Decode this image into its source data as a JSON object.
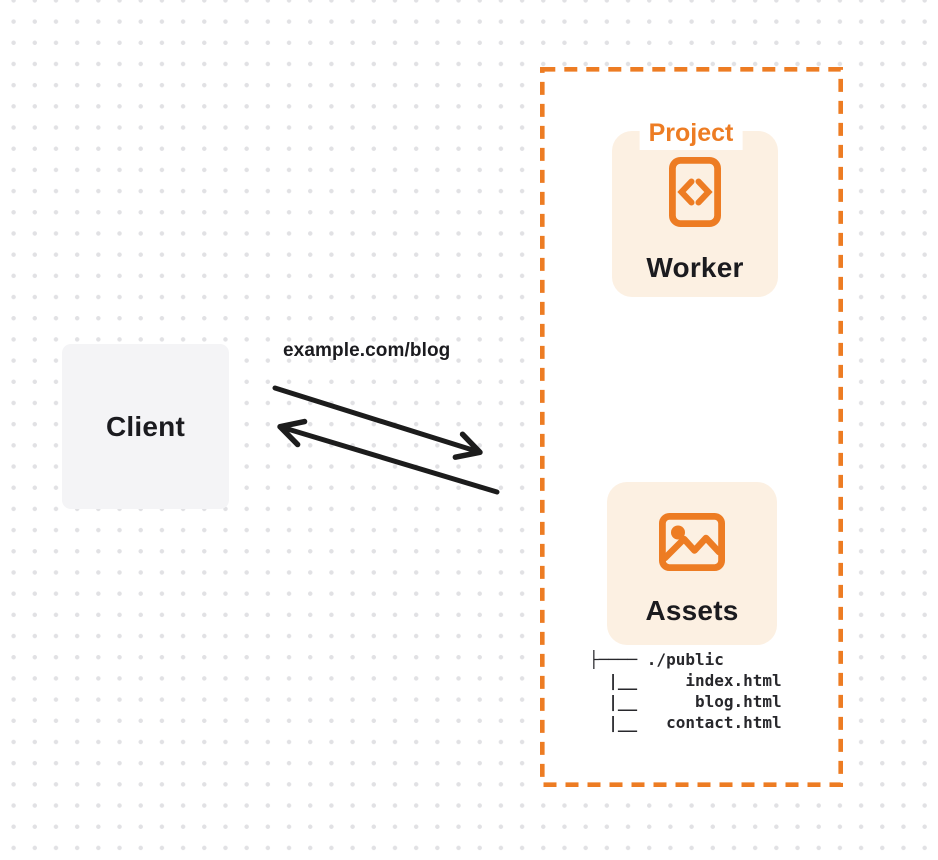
{
  "diagram": {
    "client": {
      "label": "Client"
    },
    "request": {
      "url_label": "example.com/blog"
    },
    "project": {
      "label": "Project",
      "worker": {
        "label": "Worker",
        "icon": "code-document-icon"
      },
      "assets": {
        "label": "Assets",
        "icon": "image-icon",
        "tree": "├──── ./public\n  |__     index.html\n  |__      blog.html\n  |__   contact.html"
      }
    },
    "colors": {
      "accent_orange": "#ED7C23",
      "card_background": "#FCF0E2",
      "client_background": "#F4F4F6",
      "arrow_color": "#1C1C1C",
      "text_dark": "#1B1B1F",
      "dot_grid": "#E1E1E4"
    }
  }
}
